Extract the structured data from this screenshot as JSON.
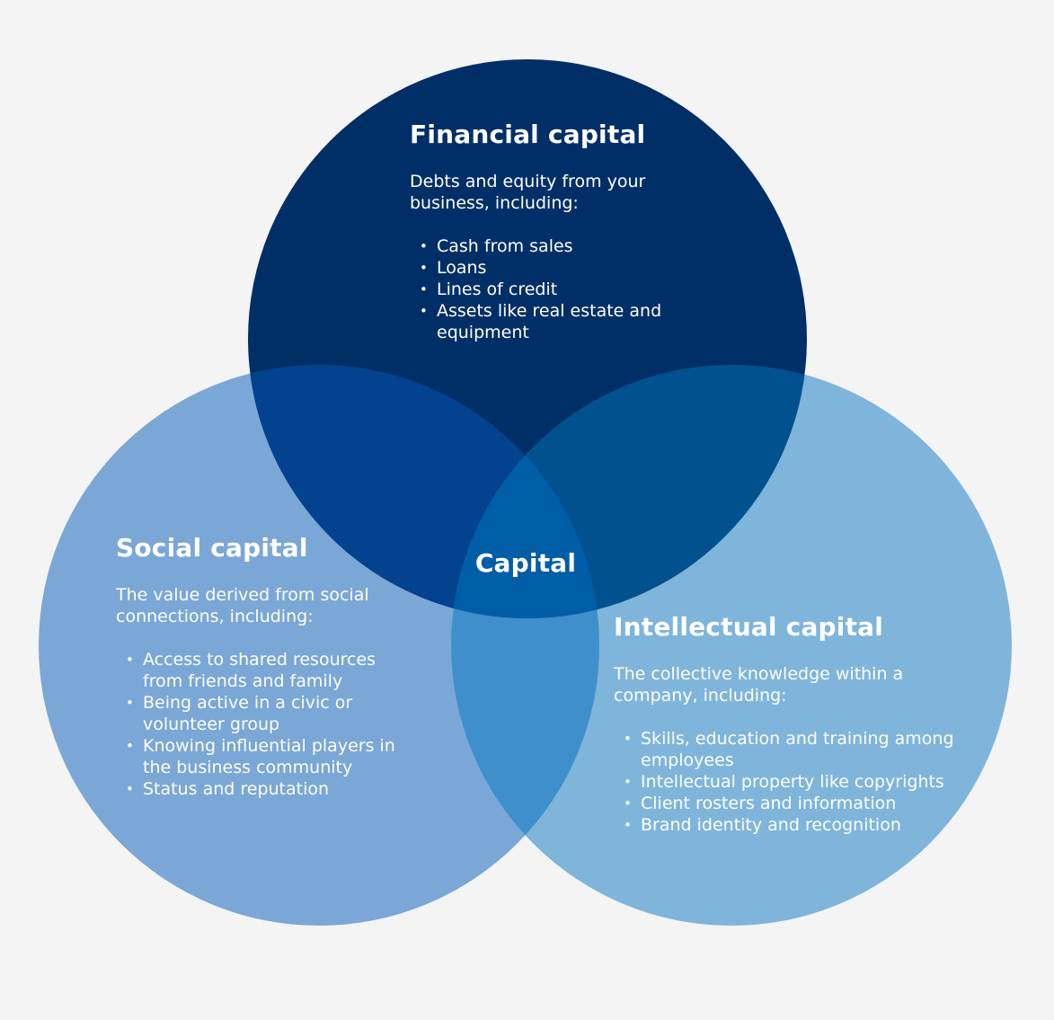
{
  "colors": {
    "background": "#f4f4f4",
    "financial": "#002f67",
    "social": "#7aa7d6",
    "intellectual": "#7fb5db",
    "financial_social": "#03428f",
    "financial_intellectual": "#02518f",
    "social_intellectual": "#3f8fcc",
    "center": "#005ea6",
    "text": "#ffffff"
  },
  "center": {
    "label": "Capital"
  },
  "circles": {
    "financial": {
      "title": "Financial capital",
      "description": "Debts and equity from your business, including:",
      "items": [
        "Cash from sales",
        "Loans",
        "Lines of credit",
        "Assets like real estate and equipment"
      ]
    },
    "social": {
      "title": "Social capital",
      "description": "The value derived from social connections, including:",
      "items": [
        "Access to shared resources from friends and family",
        "Being active in a civic or volunteer group",
        "Knowing influential players in the business community",
        "Status and reputation"
      ]
    },
    "intellectual": {
      "title": "Intellectual capital",
      "description": "The collective knowledge within a company, including:",
      "items": [
        "Skills, education and training among employees",
        "Intellectual property like copyrights",
        "Client rosters and information",
        "Brand identity and recognition"
      ]
    }
  }
}
